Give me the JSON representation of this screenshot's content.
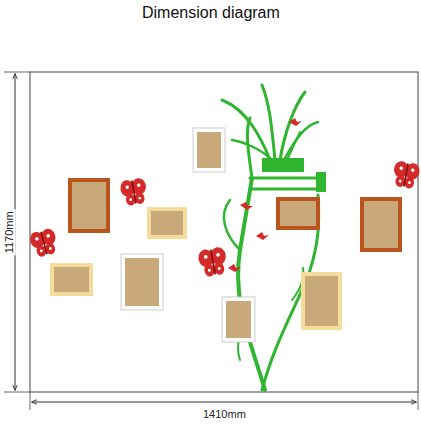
{
  "diagram": {
    "title": "Dimension diagram",
    "labels": [
      "1170mm",
      "1410mm"
    ]
  }
}
